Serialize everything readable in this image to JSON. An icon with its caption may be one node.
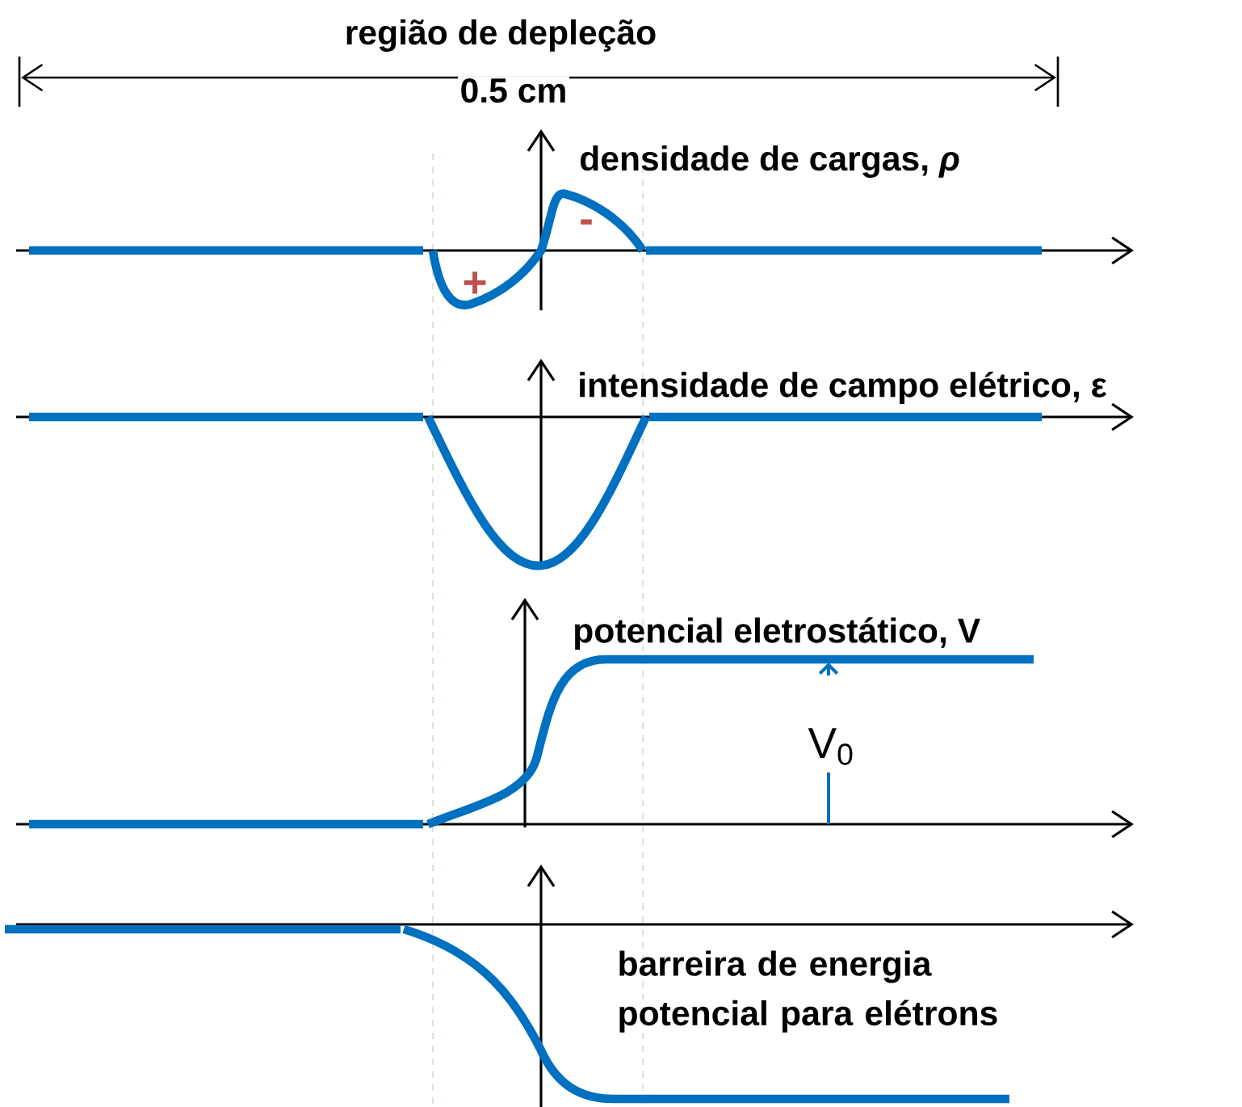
{
  "diagram": {
    "labels": [
      "região de depleção",
      "0.5 cm",
      "densidade de cargas, *ρ*",
      "+",
      "-",
      "intensidade de campo elétrico, ε",
      "potencial eletrostático, V",
      "V$_{0}$",
      "barreira de energia potencial para elétrons"
    ]
  }
}
